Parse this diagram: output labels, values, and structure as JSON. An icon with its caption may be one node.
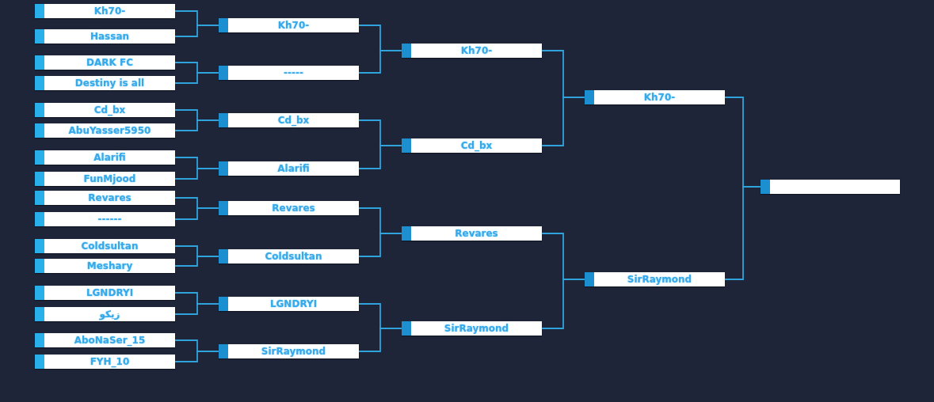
{
  "diagram": {
    "nodes": [
      {
        "text": [
          "Kh70-"
        ]
      },
      {
        "text": [
          "Hassan"
        ]
      },
      {
        "text": [
          "DARK FC"
        ]
      },
      {
        "text": [
          "Destiny is all"
        ]
      },
      {
        "text": [
          "Cd_bx"
        ]
      },
      {
        "text": [
          "AbuYasser5950"
        ]
      },
      {
        "text": [
          "Alarifi"
        ]
      },
      {
        "text": [
          "FunMjood"
        ]
      },
      {
        "text": [
          "Revares"
        ]
      },
      {
        "text": [
          "------"
        ]
      },
      {
        "text": [
          "Coldsultan"
        ]
      },
      {
        "text": [
          "Meshary"
        ]
      },
      {
        "text": [
          "LGNDRYI"
        ]
      },
      {
        "text": [
          "زيكو"
        ]
      },
      {
        "text": [
          "AboNaSer_15"
        ]
      },
      {
        "text": [
          "FYH_10"
        ]
      },
      {
        "text": [
          "Kh70-"
        ]
      },
      {
        "text": [
          "-----"
        ]
      },
      {
        "text": [
          "Cd_bx"
        ]
      },
      {
        "text": [
          "Alarifi"
        ]
      },
      {
        "text": [
          "Revares"
        ]
      },
      {
        "text": [
          "Coldsultan"
        ]
      },
      {
        "text": [
          "LGNDRYI"
        ]
      },
      {
        "text": [
          "SirRaymond"
        ]
      },
      {
        "text": [
          "Kh70-"
        ]
      },
      {
        "text": [
          "Cd_bx"
        ]
      },
      {
        "text": [
          "Revares"
        ]
      },
      {
        "text": [
          "SirRaymond"
        ]
      },
      {
        "text": [
          "Kh70-"
        ]
      },
      {
        "text": [
          "SirRaymond"
        ]
      },
      {
        "text": [],
        "shape": "bar"
      }
    ],
    "edges": [
      {
        "from": 0,
        "to": 16,
        "arrow": "none"
      },
      {
        "from": 1,
        "to": 16,
        "arrow": "none"
      },
      {
        "from": 2,
        "to": 17,
        "arrow": "none"
      },
      {
        "from": 3,
        "to": 17,
        "arrow": "none"
      },
      {
        "from": 4,
        "to": 18,
        "arrow": "none"
      },
      {
        "from": 5,
        "to": 18,
        "arrow": "none"
      },
      {
        "from": 6,
        "to": 19,
        "arrow": "none"
      },
      {
        "from": 7,
        "to": 19,
        "arrow": "none"
      },
      {
        "from": 8,
        "to": 20,
        "arrow": "none"
      },
      {
        "from": 9,
        "to": 20,
        "arrow": "none"
      },
      {
        "from": 10,
        "to": 21,
        "arrow": "none"
      },
      {
        "from": 11,
        "to": 21,
        "arrow": "none"
      },
      {
        "from": 12,
        "to": 22,
        "arrow": "none"
      },
      {
        "from": 13,
        "to": 22,
        "arrow": "none"
      },
      {
        "from": 14,
        "to": 23,
        "arrow": "none"
      },
      {
        "from": 15,
        "to": 23,
        "arrow": "none"
      },
      {
        "from": 16,
        "to": 24,
        "arrow": "none"
      },
      {
        "from": 17,
        "to": 24,
        "arrow": "none"
      },
      {
        "from": 18,
        "to": 25,
        "arrow": "none"
      },
      {
        "from": 19,
        "to": 25,
        "arrow": "none"
      },
      {
        "from": 20,
        "to": 26,
        "arrow": "none"
      },
      {
        "from": 21,
        "to": 26,
        "arrow": "none"
      },
      {
        "from": 22,
        "to": 27,
        "arrow": "none"
      },
      {
        "from": 23,
        "to": 27,
        "arrow": "none"
      },
      {
        "from": 24,
        "to": 28,
        "arrow": "none"
      },
      {
        "from": 25,
        "to": 28,
        "arrow": "none"
      },
      {
        "from": 26,
        "to": 29,
        "arrow": "none"
      },
      {
        "from": 27,
        "to": 29,
        "arrow": "none"
      },
      {
        "from": 28,
        "to": 30,
        "arrow": "none"
      },
      {
        "from": 29,
        "to": 30,
        "arrow": "none"
      }
    ]
  }
}
